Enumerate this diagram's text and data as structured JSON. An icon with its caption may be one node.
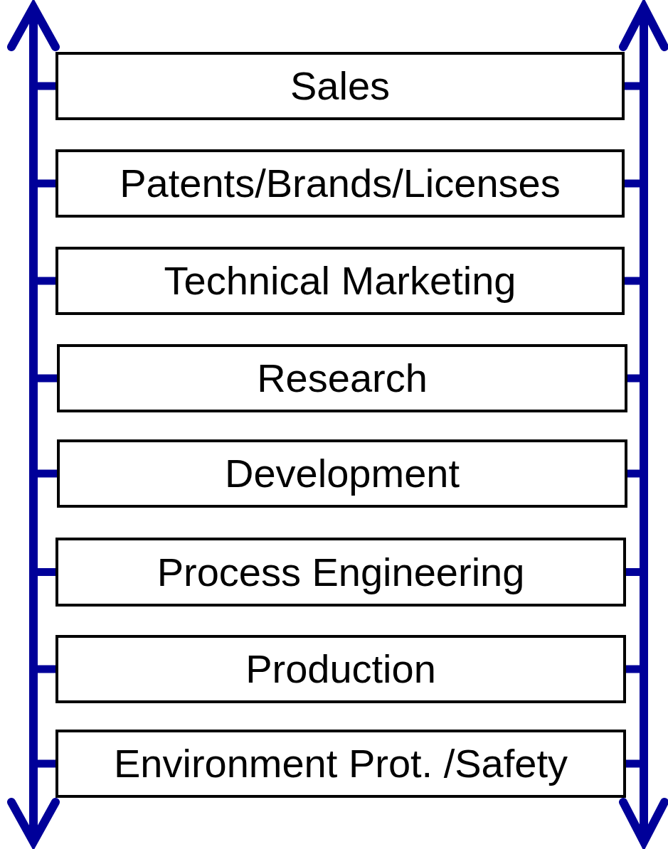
{
  "diagram": {
    "nodes": [
      {
        "text": [
          "Sales"
        ]
      },
      {
        "text": [
          "Patents/Brands/Licenses"
        ]
      },
      {
        "text": [
          "Technical Marketing"
        ]
      },
      {
        "text": [
          "Research"
        ]
      },
      {
        "text": [
          "Development"
        ]
      },
      {
        "text": [
          "Process Engineering"
        ]
      },
      {
        "text": [
          "Production"
        ]
      },
      {
        "text": [
          "Environment Prot. /Safety"
        ]
      },
      {
        "text": [],
        "shape": "bar"
      },
      {
        "text": [],
        "shape": "bar"
      }
    ],
    "edges": [
      {
        "from": 8,
        "to": 0,
        "arrow": "none"
      },
      {
        "from": 8,
        "to": 1,
        "arrow": "none"
      },
      {
        "from": 8,
        "to": 2,
        "arrow": "none"
      },
      {
        "from": 8,
        "to": 3,
        "arrow": "none"
      },
      {
        "from": 8,
        "to": 4,
        "arrow": "none"
      },
      {
        "from": 8,
        "to": 5,
        "arrow": "none"
      },
      {
        "from": 8,
        "to": 6,
        "arrow": "none"
      },
      {
        "from": 8,
        "to": 7,
        "arrow": "none"
      },
      {
        "from": 9,
        "to": 0,
        "arrow": "none"
      },
      {
        "from": 9,
        "to": 1,
        "arrow": "none"
      },
      {
        "from": 9,
        "to": 2,
        "arrow": "none"
      },
      {
        "from": 9,
        "to": 3,
        "arrow": "none"
      },
      {
        "from": 9,
        "to": 4,
        "arrow": "none"
      },
      {
        "from": 9,
        "to": 5,
        "arrow": "none"
      },
      {
        "from": 9,
        "to": 6,
        "arrow": "none"
      },
      {
        "from": 9,
        "to": 7,
        "arrow": "none"
      }
    ]
  }
}
